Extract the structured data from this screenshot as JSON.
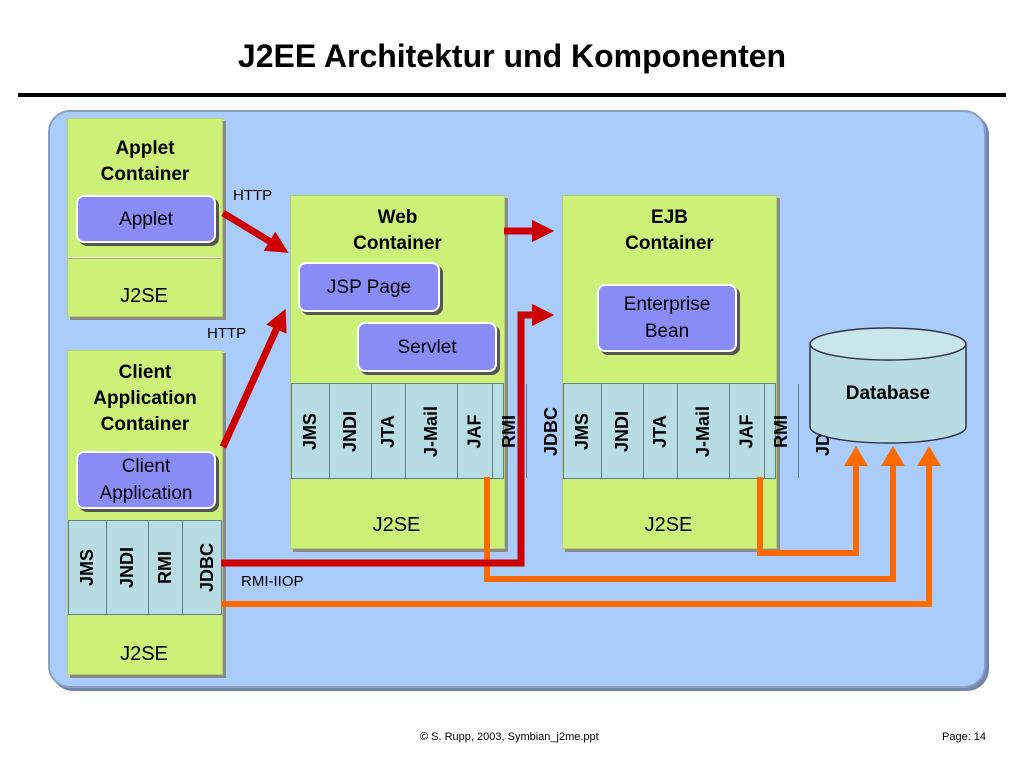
{
  "title": "J2EE Architektur und Komponenten",
  "applet_container": {
    "title_line1": "Applet",
    "title_line2": "Container",
    "component": "Applet",
    "platform": "J2SE"
  },
  "client_container": {
    "title_line1": "Client",
    "title_line2": "Application",
    "title_line3": "Container",
    "component_line1": "Client",
    "component_line2": "Application",
    "apis": [
      "JMS",
      "JNDI",
      "RMI",
      "JDBC"
    ],
    "platform": "J2SE"
  },
  "web_container": {
    "title_line1": "Web",
    "title_line2": "Container",
    "components": [
      "JSP Page",
      "Servlet"
    ],
    "apis": [
      "JMS",
      "JNDI",
      "JTA",
      "J-Mail",
      "JAF",
      "RMI",
      "JDBC"
    ],
    "platform": "J2SE"
  },
  "ejb_container": {
    "title_line1": "EJB",
    "title_line2": "Container",
    "component_line1": "Enterprise",
    "component_line2": "Bean",
    "apis": [
      "JMS",
      "JNDI",
      "JTA",
      "J-Mail",
      "JAF",
      "RMI",
      "JDBC"
    ],
    "platform": "J2SE"
  },
  "database": "Database",
  "labels": {
    "http_top": "HTTP",
    "http_bottom": "HTTP",
    "rmi_iiop": "RMI-IIOP"
  },
  "colors": {
    "panel": "#a9ccfb",
    "container": "#ccf078",
    "component": "#8a8cf5",
    "api": "#b8dce4",
    "arrow_red": "#cc0000",
    "arrow_orange": "#ff6a00"
  },
  "footer": "© S. Rupp, 2003, Symbian_j2me.ppt",
  "page": "Page: 14"
}
